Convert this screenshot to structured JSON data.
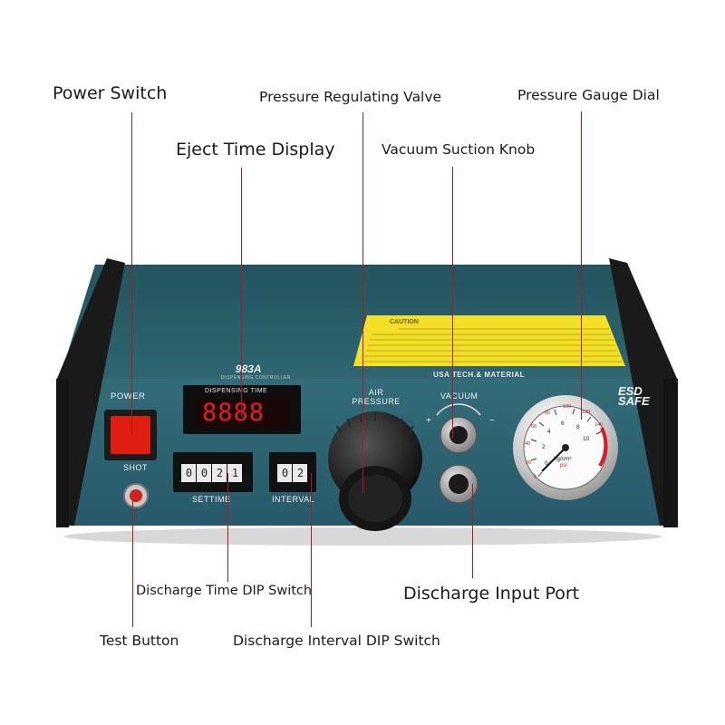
{
  "callouts": {
    "power_switch": "Power Switch",
    "pressure_valve": "Pressure Regulating Valve",
    "pressure_gauge": "Pressure Gauge Dial",
    "eject_time": "Eject Time Display",
    "vacuum_knob": "Vacuum Suction Knob",
    "discharge_time_dip": "Discharge Time DIP Switch",
    "discharge_input": "Discharge Input Port",
    "test_button": "Test Button",
    "discharge_interval_dip": "Discharge Interval DIP Switch"
  },
  "device": {
    "model": "983A",
    "model_sub": "DISPENSING CONTROLLER",
    "brand": "USA TECH.& MATERIAL",
    "esd_line1": "ESD",
    "esd_line2": "SAFE",
    "caution_title": "CAUTION",
    "power_label": "POWER",
    "shot_label": "SHOT",
    "dispensing_time_label": "DISPENSING TIME",
    "display_digits": "8888",
    "settime_label": "SETTIME",
    "settime_digits": [
      "0",
      "0",
      "2",
      "1"
    ],
    "interval_label": "INTERVAL",
    "interval_digits": [
      "0",
      "2"
    ],
    "air_label_1": "AIR",
    "air_label_2": "PRESSURE",
    "vacuum_label": "VACUUM",
    "vacuum_plus": "+",
    "vacuum_minus": "−",
    "gauge_unit_1": "kg/cm²",
    "gauge_unit_2": "psi",
    "gauge_ticks_inner": [
      "0",
      "2",
      "4",
      "6",
      "8",
      "10"
    ],
    "gauge_ticks_outer": [
      "0",
      "20",
      "40",
      "60",
      "80",
      "100",
      "120",
      "140"
    ]
  },
  "colors": {
    "panel": "#2e6470",
    "power_button": "#e01e12",
    "display_red": "#e0202a",
    "caution_yellow": "#f3df25",
    "leader": "#b11a1a"
  }
}
